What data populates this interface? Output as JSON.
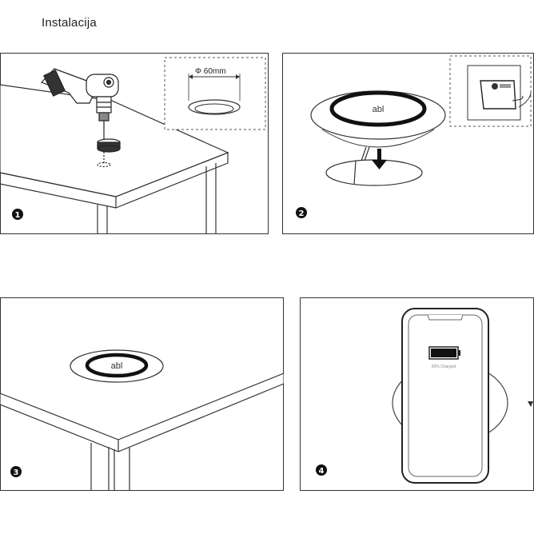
{
  "title": "Instalacija",
  "steps": [
    {
      "number": "1",
      "hole_label": "Φ 60mm"
    },
    {
      "number": "2",
      "brand": "abl"
    },
    {
      "number": "3",
      "brand": "abl"
    },
    {
      "number": "4",
      "phone_text": "50% Charged"
    }
  ]
}
